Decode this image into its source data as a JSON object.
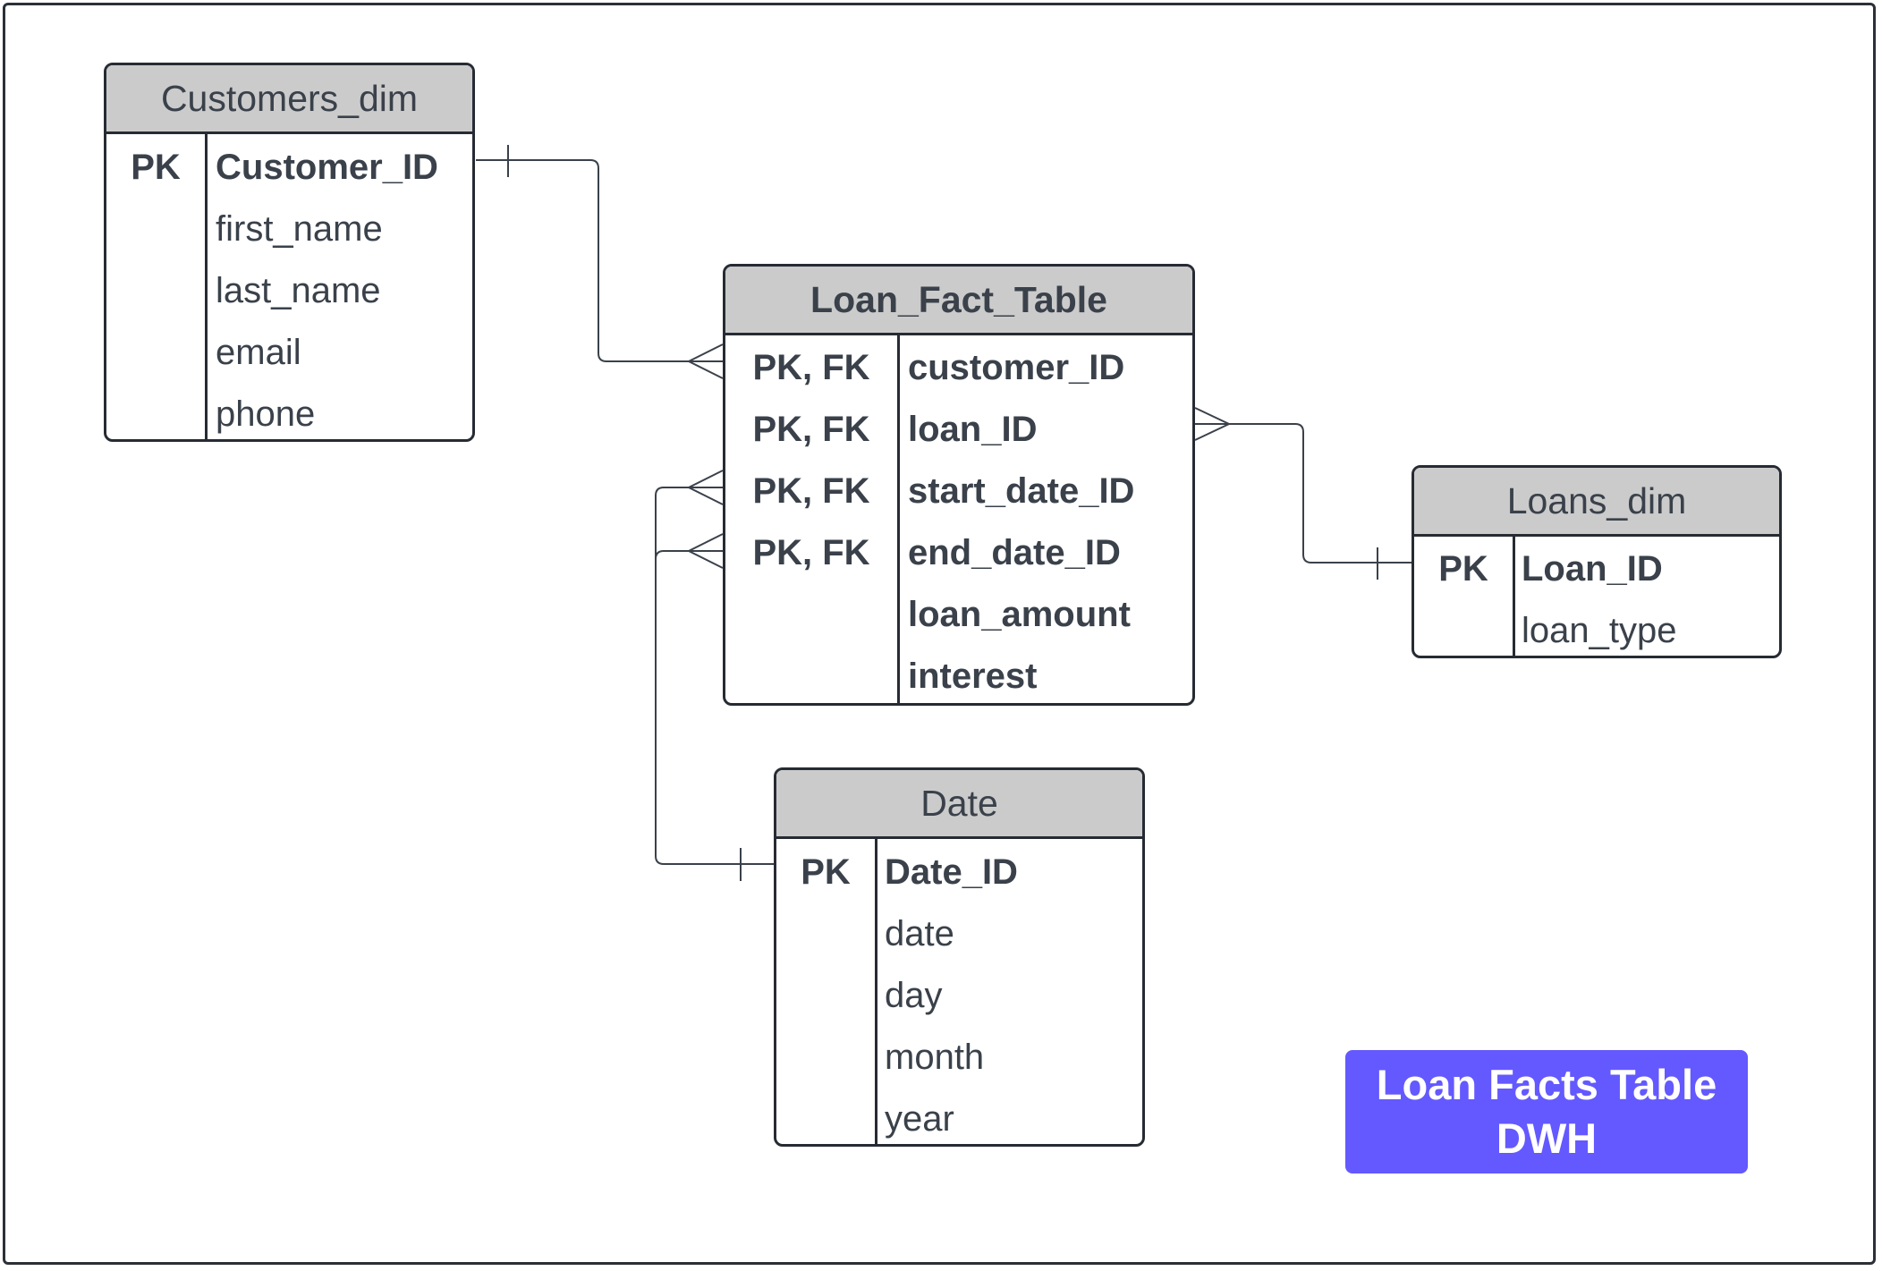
{
  "customers_dim": {
    "title": "Customers_dim",
    "rows": [
      {
        "key": "PK",
        "field": "Customer_ID"
      },
      {
        "key": "",
        "field": "first_name"
      },
      {
        "key": "",
        "field": "last_name"
      },
      {
        "key": "",
        "field": "email"
      },
      {
        "key": "",
        "field": "phone"
      }
    ]
  },
  "loan_fact_table": {
    "title": "Loan_Fact_Table",
    "rows": [
      {
        "key": "PK, FK",
        "field": "customer_ID"
      },
      {
        "key": "PK, FK",
        "field": "loan_ID"
      },
      {
        "key": "PK, FK",
        "field": "start_date_ID"
      },
      {
        "key": "PK, FK",
        "field": "end_date_ID"
      },
      {
        "key": "",
        "field": "loan_amount"
      },
      {
        "key": "",
        "field": "interest"
      }
    ]
  },
  "loans_dim": {
    "title": "Loans_dim",
    "rows": [
      {
        "key": "PK",
        "field": "Loan_ID"
      },
      {
        "key": "",
        "field": "loan_type"
      }
    ]
  },
  "date_dim": {
    "title": "Date",
    "rows": [
      {
        "key": "PK",
        "field": "Date_ID"
      },
      {
        "key": "",
        "field": "date"
      },
      {
        "key": "",
        "field": "day"
      },
      {
        "key": "",
        "field": "month"
      },
      {
        "key": "",
        "field": "year"
      }
    ]
  },
  "badge": {
    "line1": "Loan Facts Table",
    "line2": "DWH"
  },
  "colors": {
    "header_fill": "#cbcbcb",
    "border": "#262b33",
    "text": "#3a414a",
    "badge_fill": "#6359ff",
    "badge_text": "#ffffff"
  }
}
